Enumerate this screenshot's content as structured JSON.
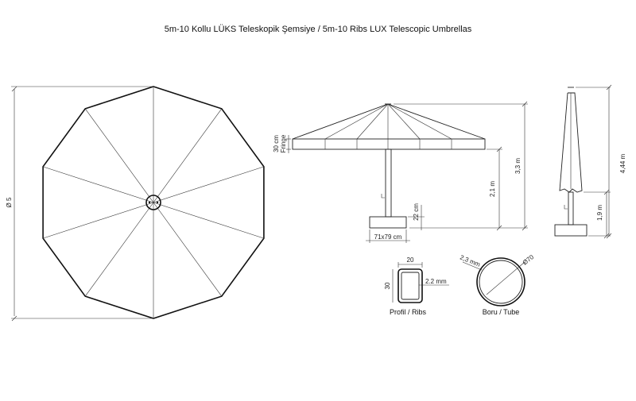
{
  "title": "5m-10 Kollu LÜKS Teleskopik Şemsiye /  5m-10 Ribs LUX Telescopic Umbrellas",
  "top_view": {
    "diameter_label": "Ø 5",
    "rib_count": 10
  },
  "side_view": {
    "fringe_label": "30 cm\nFringe",
    "height_total": "3,3 m",
    "height_under": "2,1 m",
    "base_height": "22 cm",
    "base_size": "71x79 cm"
  },
  "closed_view": {
    "height_total": "4,44 m",
    "height_lower": "1,9 m"
  },
  "profile": {
    "width": "20",
    "height": "30",
    "wall": "2.2 mm",
    "caption": "Profil / Ribs"
  },
  "tube": {
    "thickness": "2,3 mm",
    "diameter": "Ø70",
    "caption": "Boru / Tube"
  }
}
